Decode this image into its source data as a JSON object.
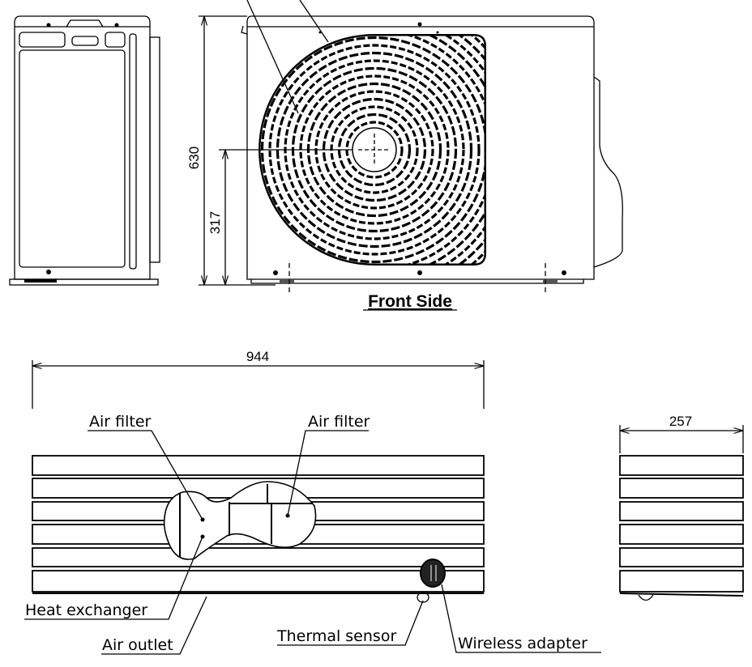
{
  "front_view": {
    "title": "Front Side",
    "dim_height": "630",
    "dim_center_height": "317"
  },
  "top_view": {
    "dim_width": "944",
    "labels": {
      "air_filter_left": "Air filter",
      "air_filter_right": "Air filter",
      "heat_exchanger": "Heat exchanger",
      "air_outlet": "Air outlet",
      "thermal_sensor": "Thermal sensor",
      "wireless_adapter": "Wireless adapter"
    }
  },
  "side_view": {
    "dim_depth": "257"
  }
}
